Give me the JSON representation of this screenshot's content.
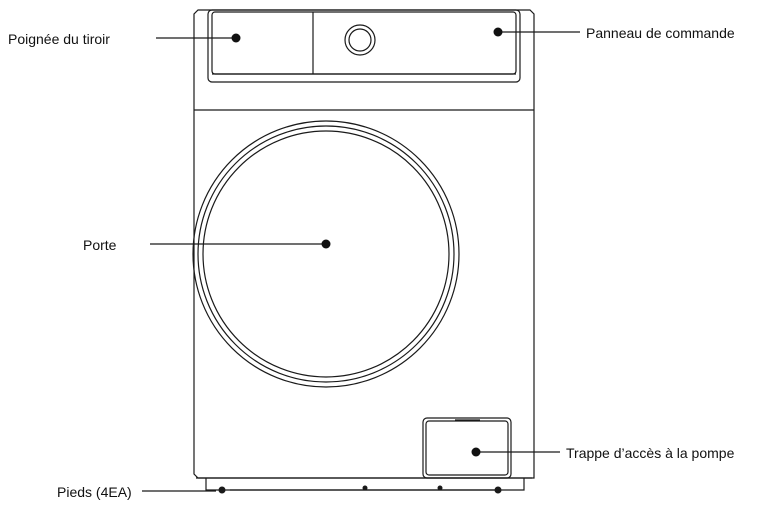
{
  "labels": {
    "drawer_handle": "Poignée du tiroir",
    "control_panel": "Panneau de commande",
    "door": "Porte",
    "pump_access": "Trappe d’accès à la pompe",
    "feet": "Pieds (4EA)"
  },
  "colors": {
    "line": "#1a1a1a",
    "background": "#ffffff"
  }
}
